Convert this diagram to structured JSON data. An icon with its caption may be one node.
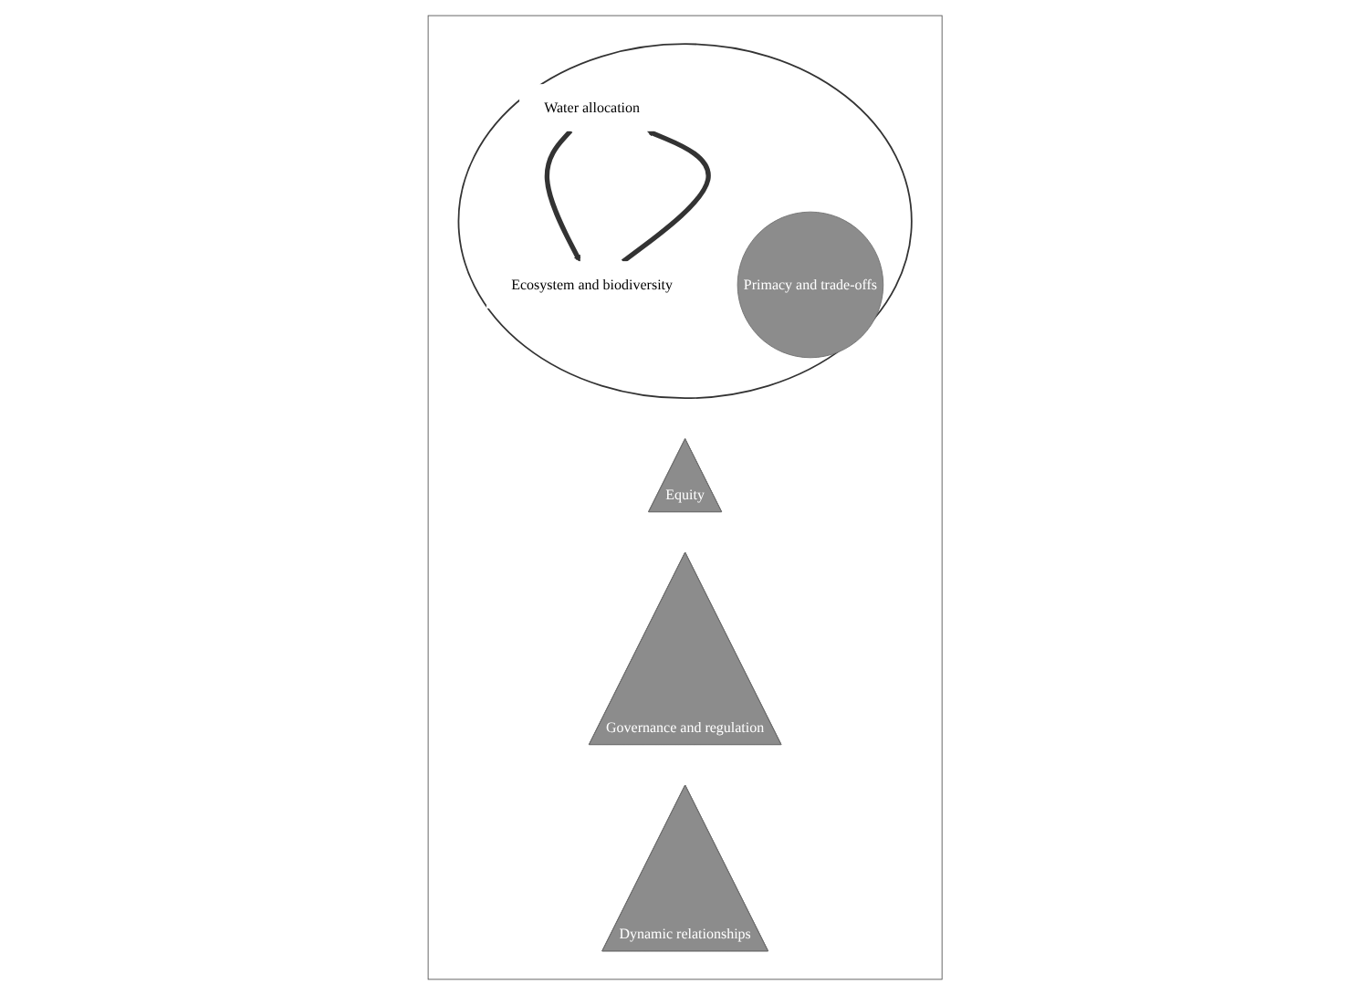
{
  "diagram": {
    "nodes": [
      {
        "text": [],
        "shape": "triangle"
      },
      {
        "text": [
          "Equity"
        ],
        "in": 0
      },
      {
        "text": [],
        "shape": "circle",
        "in": 0
      },
      {
        "text": [
          "Water allocation"
        ],
        "in": 2
      },
      {
        "text": [
          "Primacy and trade-offs"
        ],
        "in": 2
      },
      {
        "text": [
          "Ecosystem and biodiversity"
        ],
        "in": 2
      },
      {
        "text": [
          "Governance and regulation"
        ],
        "in": 0
      },
      {
        "text": [
          "Dynamic relationships"
        ],
        "in": 0
      }
    ],
    "edges": [
      {
        "from": 3,
        "to": 5,
        "arrow": "to"
      },
      {
        "from": 5,
        "to": 3,
        "arrow": "to"
      }
    ]
  }
}
